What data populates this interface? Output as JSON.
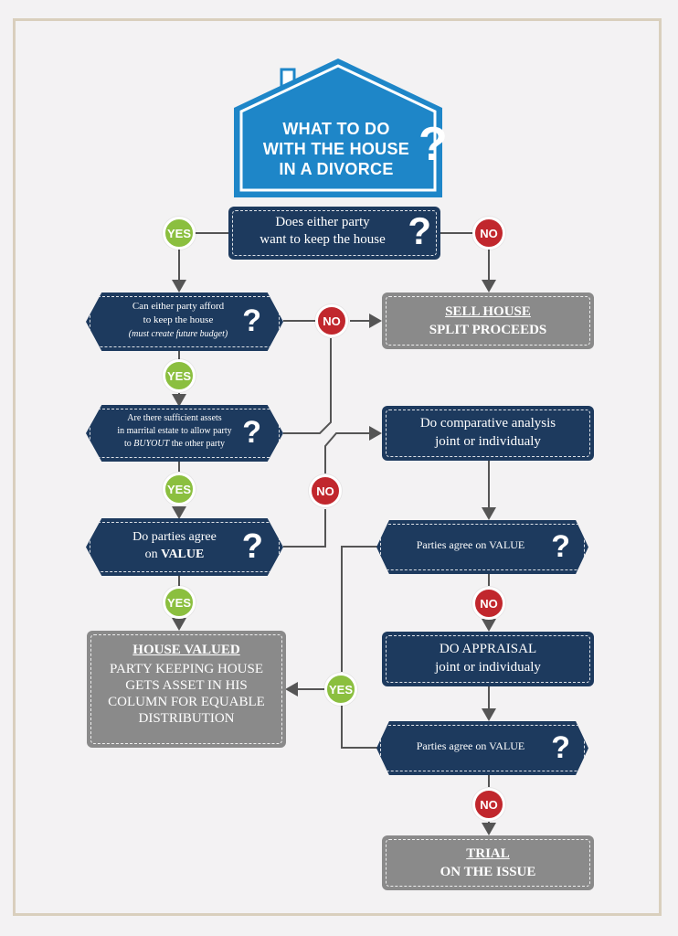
{
  "title": {
    "line1": "WHAT TO DO",
    "line2": "WITH THE HOUSE",
    "line3": "IN A DIVORCE",
    "qmark": "?"
  },
  "nodes": {
    "keep_house": {
      "line1": "Does either party",
      "line2": "want to keep the house",
      "qmark": "?"
    },
    "afford": {
      "line1": "Can either party afford",
      "line2": "to keep the house",
      "line3": "(must create future budget)",
      "qmark": "?"
    },
    "assets": {
      "line1": "Are there sufficient assets",
      "line2": "in marrital estate to allow party",
      "line3_pre": "to ",
      "line3_em": "BUYOUT",
      "line3_post": " the other party",
      "qmark": "?"
    },
    "agree_value": {
      "line1": "Do parties agree",
      "line2_pre": "on ",
      "line2_bold": "VALUE",
      "qmark": "?"
    },
    "sell_house": {
      "line1": "SELL HOUSE",
      "line2": "SPLIT PROCEEDS"
    },
    "comparative": {
      "line1": "Do comparative analysis",
      "line2": "joint or individualy"
    },
    "agree_value_2": {
      "label": "Parties agree on VALUE",
      "qmark": "?"
    },
    "appraisal": {
      "line1": "DO APPRAISAL",
      "line2": "joint or individualy"
    },
    "agree_value_3": {
      "label": "Parties agree on VALUE",
      "qmark": "?"
    },
    "house_valued": {
      "heading": "HOUSE VALUED",
      "line1": "PARTY KEEPING HOUSE",
      "line2": "GETS ASSET IN HIS",
      "line3": "COLUMN FOR EQUABLE",
      "line4": "DISTRIBUTION"
    },
    "trial": {
      "line1": "TRIAL",
      "line2": "ON THE ISSUE"
    }
  },
  "badges": {
    "yes": "YES",
    "no": "NO"
  },
  "colors": {
    "navy": "#1d3a5e",
    "gray": "#8a8a8a",
    "yes_green": "#8bbf3f",
    "no_red": "#c1272d",
    "title_blue": "#1e86c8",
    "frame": "#d9cfbd",
    "background": "#f3f2f3"
  }
}
